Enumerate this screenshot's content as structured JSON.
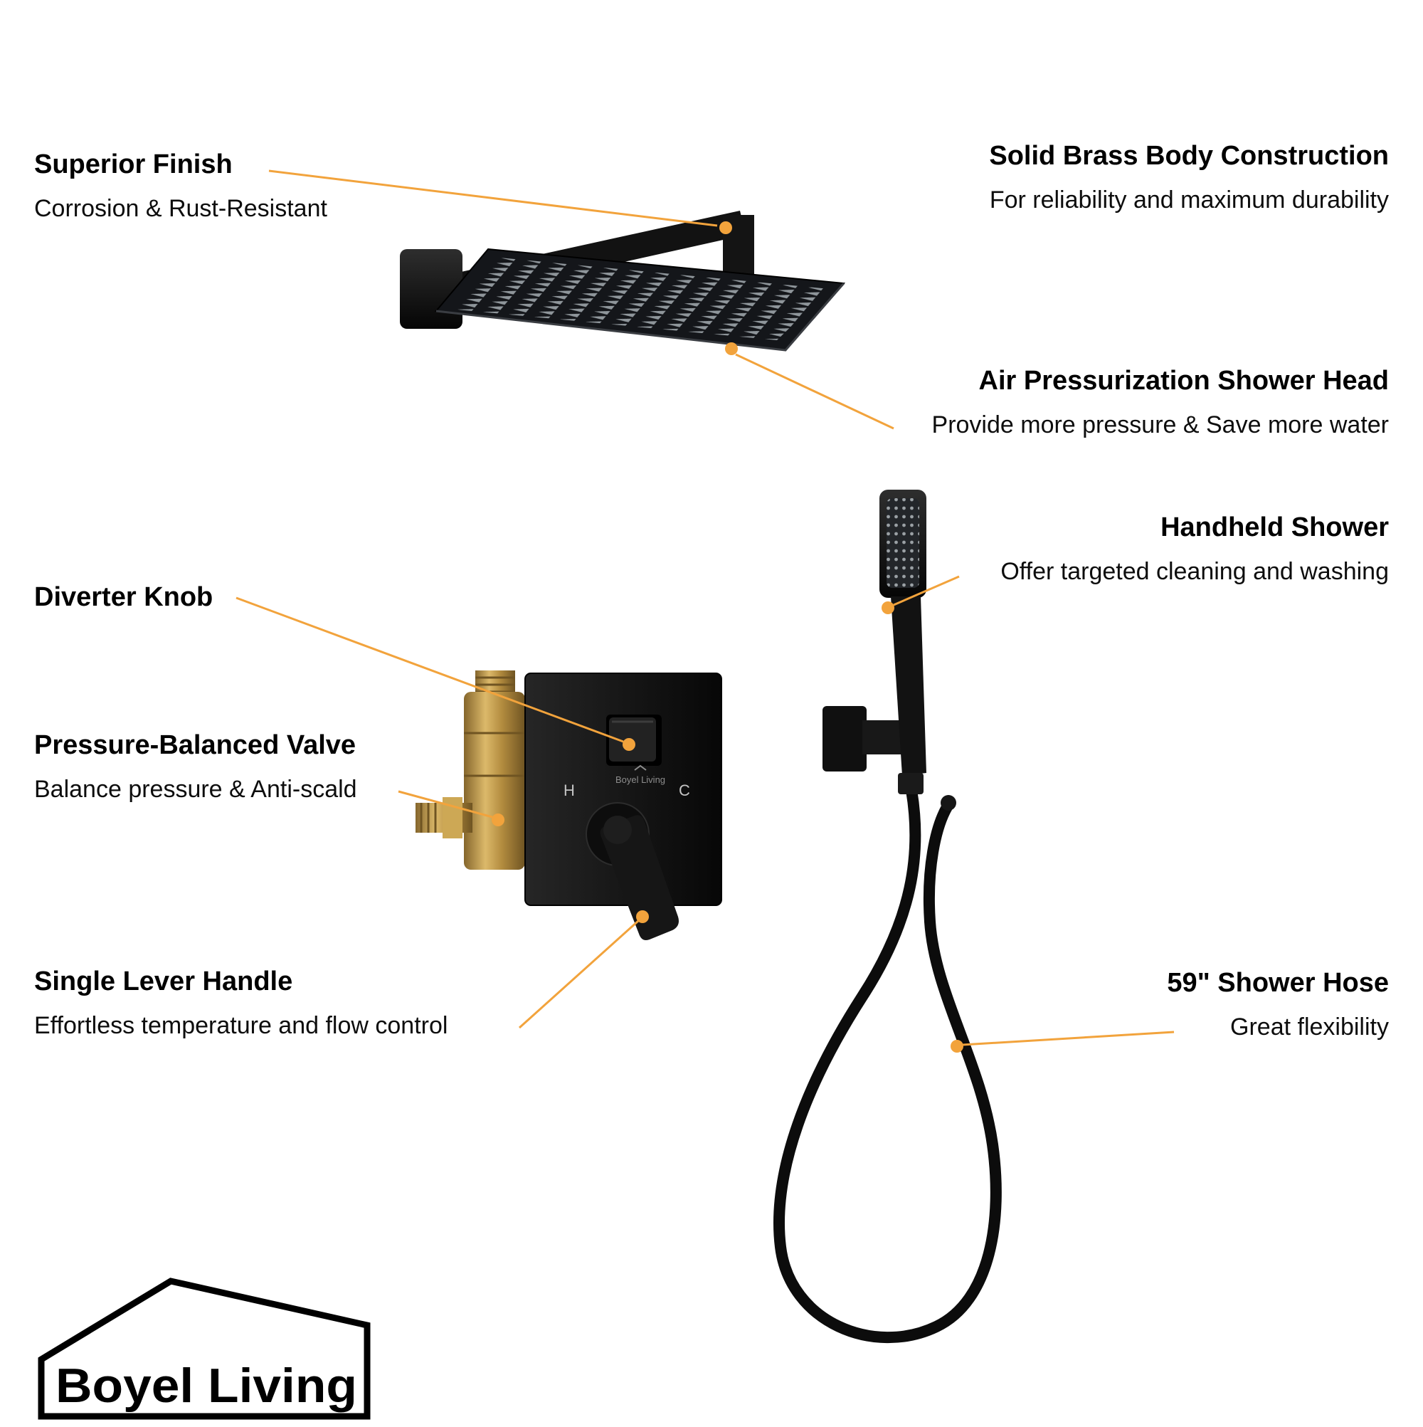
{
  "colors": {
    "accent": "#F2A33C",
    "product_black": "#111111",
    "brass": "#C9A24B",
    "nozzle_gray": "#8f969b"
  },
  "callouts": {
    "superior_finish": {
      "title": "Superior Finish",
      "subtitle": "Corrosion & Rust-Resistant"
    },
    "solid_brass": {
      "title": "Solid Brass Body Construction",
      "subtitle": "For reliability and maximum durability"
    },
    "air_pressurization": {
      "title": "Air Pressurization Shower Head",
      "subtitle": "Provide more pressure & Save more water"
    },
    "handheld_shower": {
      "title": "Handheld Shower",
      "subtitle": "Offer targeted cleaning and washing"
    },
    "diverter_knob": {
      "title": "Diverter Knob"
    },
    "pressure_valve": {
      "title": "Pressure-Balanced Valve",
      "subtitle": "Balance pressure & Anti-scald"
    },
    "single_lever": {
      "title": "Single Lever Handle",
      "subtitle": "Effortless temperature and flow control"
    },
    "shower_hose": {
      "title": "59\" Shower Hose",
      "subtitle": "Great flexibility"
    }
  },
  "valve": {
    "hot_label": "H",
    "cold_label": "C",
    "plate_logo": "Boyel Living"
  },
  "brand": {
    "logo_text": "Boyel Living"
  }
}
